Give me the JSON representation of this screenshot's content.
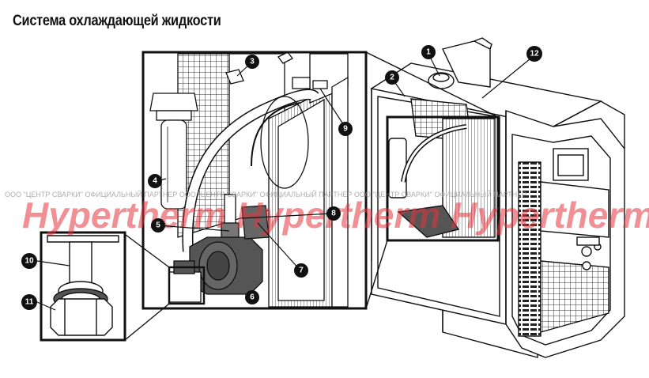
{
  "title": "Система охлаждающей жидкости",
  "callouts": [
    {
      "id": "c1",
      "label": "1"
    },
    {
      "id": "c2",
      "label": "2"
    },
    {
      "id": "c3",
      "label": "3"
    },
    {
      "id": "c4",
      "label": "4"
    },
    {
      "id": "c5",
      "label": "5"
    },
    {
      "id": "c6",
      "label": "6"
    },
    {
      "id": "c7",
      "label": "7"
    },
    {
      "id": "c8",
      "label": "8"
    },
    {
      "id": "c9",
      "label": "9"
    },
    {
      "id": "c10",
      "label": "10"
    },
    {
      "id": "c11",
      "label": "11"
    },
    {
      "id": "c12",
      "label": "12"
    }
  ],
  "watermark": {
    "brand": "Hypertherm Hypertherm Hypertherm Hypertherm h",
    "notice": "ООО \"ЦЕНТР СВАРКИ\"  ОФИЦИАЛЬНЫЙ ПАРТНЕР  ООО \"ЦЕНТР СВАРКИ\"  ОФИЦИАЛЬНЫЙ ПАРТНЕР  ООО \"ЦЕНТР СВАРКИ\"  ОФИЦИАЛЬНЫЙ ПАРТНЕР"
  }
}
